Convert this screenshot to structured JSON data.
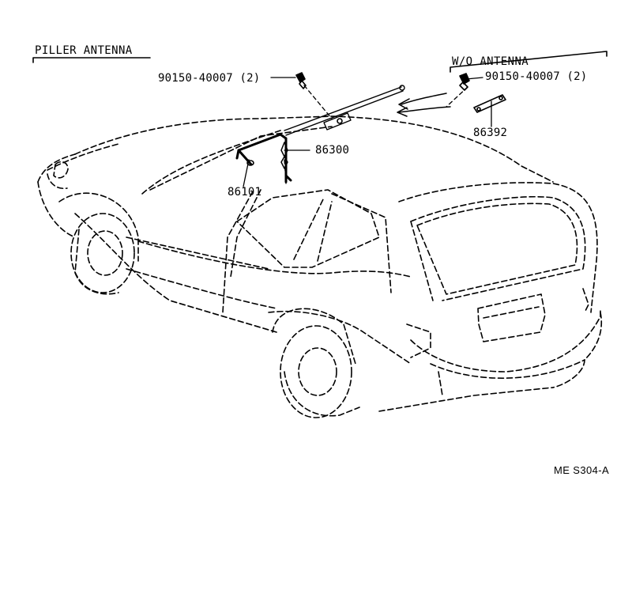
{
  "diagram": {
    "section_title": "PILLER ANTENNA",
    "variant_title": "W/O ANTENNA",
    "callouts": {
      "screw_main": "90150-40007 (2)",
      "screw_variant": "90150-40007 (2)",
      "cover": "86392",
      "antenna": "86300",
      "cable": "86101"
    },
    "figure_code": "ME  S304-A",
    "ink_color": "#000000",
    "background_color": "#ffffff"
  }
}
